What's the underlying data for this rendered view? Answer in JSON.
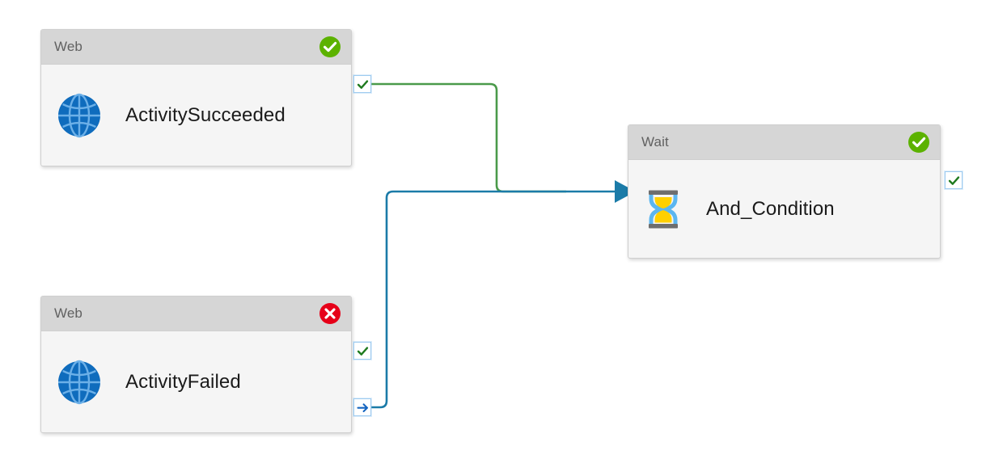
{
  "canvas": {
    "title": "Pipeline activity dependency canvas",
    "background_color": "#ffffff"
  },
  "palette": {
    "header_gray": "#d6d6d6",
    "body_gray": "#f5f5f5",
    "border_gray": "#cfcfcf",
    "header_text": "#616161",
    "label_text": "#1b1b1b",
    "success_green": "#5cb200",
    "error_red": "#e60019",
    "check_dark_green": "#1e7a1e",
    "connector_green": "#4a9a4a",
    "connector_blue": "#1b7ba8",
    "handle_border_blue": "#9ecbf0",
    "arrow_blue": "#1565c0",
    "globe_blue": "#0f6cbd",
    "globe_light_blue": "#6cb0e8",
    "hourglass_sand": "#ffd000",
    "hourglass_glass": "#5bb6f0",
    "hourglass_cap": "#6e6e6e"
  },
  "activities": [
    {
      "id": "activity-succeeded",
      "type_label": "Web",
      "name": "ActivitySucceeded",
      "icon": "globe-icon",
      "status": "success",
      "status_icon": "status-success-icon",
      "outputs": [
        {
          "id": "handle-succeeded-success",
          "kind": "success",
          "icon": "checkmark-icon"
        }
      ]
    },
    {
      "id": "activity-failed",
      "type_label": "Web",
      "name": "ActivityFailed",
      "icon": "globe-icon",
      "status": "error",
      "status_icon": "status-error-icon",
      "outputs": [
        {
          "id": "handle-failed-success",
          "kind": "success",
          "icon": "checkmark-icon"
        },
        {
          "id": "handle-failed-completion",
          "kind": "completion",
          "icon": "arrow-right-icon"
        }
      ]
    },
    {
      "id": "and-condition",
      "type_label": "Wait",
      "name": "And_Condition",
      "icon": "hourglass-icon",
      "status": "success",
      "status_icon": "status-success-icon",
      "outputs": [
        {
          "id": "handle-and-success",
          "kind": "success",
          "icon": "checkmark-icon"
        }
      ]
    }
  ],
  "connections": [
    {
      "id": "connection-succeeded-to-and",
      "from": "activity-succeeded",
      "from_handle": "success",
      "to": "and-condition",
      "color": "#4a9a4a",
      "has_arrowhead": false
    },
    {
      "id": "connection-failed-to-and",
      "from": "activity-failed",
      "from_handle": "completion",
      "to": "and-condition",
      "color": "#1b7ba8",
      "has_arrowhead": true
    }
  ]
}
